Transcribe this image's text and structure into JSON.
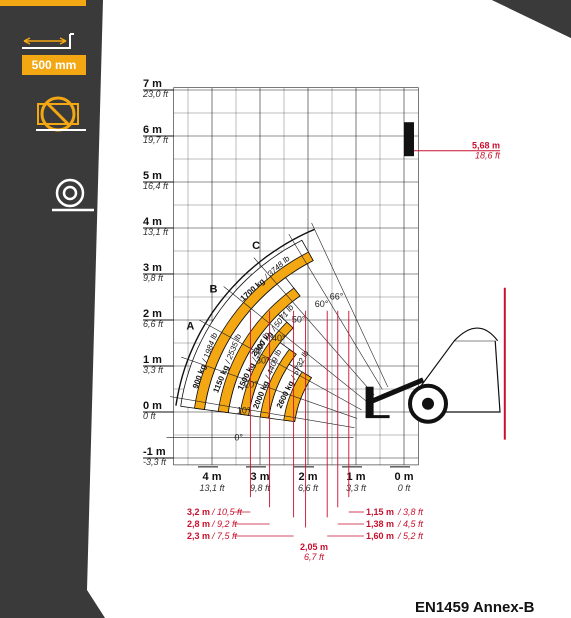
{
  "sidebar": {
    "fork_extension_value": "500 mm",
    "icons": [
      "fork-extension-icon",
      "no-outriggers-icon",
      "tyres-icon"
    ]
  },
  "standard": "EN1459 Annex-B",
  "chart_data": {
    "type": "load-chart",
    "xlim": [
      -4.8,
      0.3
    ],
    "ylim": [
      -1.15,
      7.05
    ],
    "x_ticks": [
      {
        "v": -4,
        "m": "4 m",
        "ft": "13,1 ft"
      },
      {
        "v": -3,
        "m": "3 m",
        "ft": "9,8 ft"
      },
      {
        "v": -2,
        "m": "2 m",
        "ft": "6,6 ft"
      },
      {
        "v": -1,
        "m": "1 m",
        "ft": "3,3 ft"
      },
      {
        "v": 0,
        "m": "0 m",
        "ft": "0 ft"
      }
    ],
    "y_ticks": [
      {
        "v": 7,
        "m": "7 m",
        "ft": "23,0 ft"
      },
      {
        "v": 6,
        "m": "6 m",
        "ft": "19,7 ft"
      },
      {
        "v": 5,
        "m": "5 m",
        "ft": "16,4 ft"
      },
      {
        "v": 4,
        "m": "4 m",
        "ft": "13,1 ft"
      },
      {
        "v": 3,
        "m": "3 m",
        "ft": "9,8 ft"
      },
      {
        "v": 2,
        "m": "2 m",
        "ft": "6,6 ft"
      },
      {
        "v": 1,
        "m": "1 m",
        "ft": "3,3 ft"
      },
      {
        "v": 0,
        "m": "0 m",
        "ft": "0 ft"
      },
      {
        "v": -1,
        "m": "-1 m",
        "ft": "-3,3 ft"
      }
    ],
    "angle_labels": [
      "0°",
      "10°",
      "20°",
      "30°",
      "40°",
      "50°",
      "60°",
      "66°"
    ],
    "curve_labels": [
      "A",
      "B",
      "C"
    ],
    "load_zones": [
      {
        "kg": "900 kg",
        "lb": "1984 lb"
      },
      {
        "kg": "1150 kg",
        "lb": "2535 lb"
      },
      {
        "kg": "1500 kg",
        "lb": "3307 lb"
      },
      {
        "kg": "1700 kg",
        "lb": "3748 lb"
      },
      {
        "kg": "2000 kg",
        "lb": "4409 lb"
      },
      {
        "kg": "2300 kg",
        "lb": "5071 lb"
      },
      {
        "kg": "2600 kg",
        "lb": "5732 lb"
      }
    ],
    "max_height": {
      "m": "5,68 m",
      "ft": "18,6 ft",
      "value": 5.68
    },
    "reach_markers": [
      {
        "m": "3,2 m",
        "ft": "10,5 ft",
        "value": 3.2
      },
      {
        "m": "2,8 m",
        "ft": "9,2 ft",
        "value": 2.8
      },
      {
        "m": "2,3 m",
        "ft": "7,5 ft",
        "value": 2.3
      },
      {
        "m": "2,05 m",
        "ft": "6,7 ft",
        "value": 2.05
      },
      {
        "m": "1,15 m",
        "ft": "3,8 ft",
        "value": 1.15
      },
      {
        "m": "1,38 m",
        "ft": "4,5 ft",
        "value": 1.38
      },
      {
        "m": "1,60 m",
        "ft": "5,2 ft",
        "value": 1.6
      }
    ],
    "colors": {
      "zone": "#f3a712",
      "limit": "#c8102e",
      "grid": "#222222"
    }
  }
}
